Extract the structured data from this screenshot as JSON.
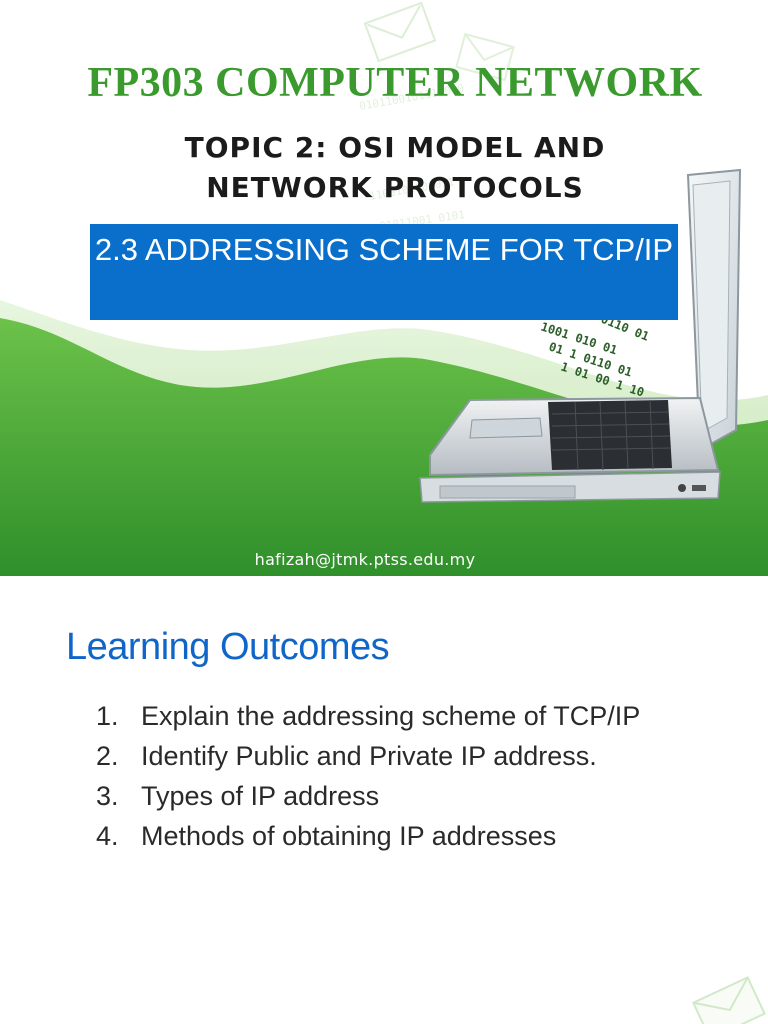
{
  "slide1": {
    "course_title": "FP303 COMPUTER NETWORK",
    "topic_title": "TOPIC 2: OSI MODEL AND NETWORK PROTOCOLS",
    "subtopic": "2.3 ADDRESSING SCHEME FOR TCP/IP",
    "email": "hafizah@jtmk.ptss.edu.my",
    "binary_decoration": "0101100101 11001 010 01 0110 01 00 1 1001",
    "colors": {
      "title_green": "#3a9a2d",
      "box_blue": "#0a6fcb",
      "wave_green": "#4fae3b"
    },
    "icons": [
      "envelope-icon",
      "laptop-illustration"
    ]
  },
  "slide2": {
    "heading": "Learning Outcomes",
    "outcomes": [
      {
        "num": "1.",
        "text": "Explain the addressing scheme of TCP/IP"
      },
      {
        "num": "2.",
        "text": "Identify Public and Private IP address."
      },
      {
        "num": "3.",
        "text": "Types of IP address"
      },
      {
        "num": "4.",
        "text": "Methods of obtaining IP addresses"
      }
    ],
    "colors": {
      "heading_blue": "#1066c8"
    }
  }
}
